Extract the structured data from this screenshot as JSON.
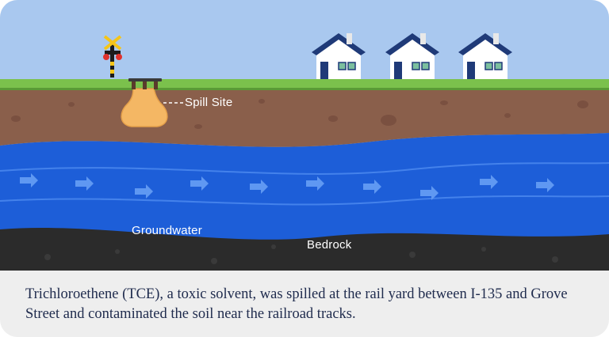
{
  "diagram": {
    "labels": {
      "spill_site": "Spill Site",
      "groundwater": "Groundwater",
      "bedrock": "Bedrock"
    },
    "caption": "Trichloroethene (TCE), a toxic solvent, was spilled at the rail yard between I-135 and Grove Street and contaminated the soil near the railroad tracks.",
    "colors": {
      "sky": "#a9c8ef",
      "grass": "#7bc14c",
      "soil": "#8a5f4b",
      "groundwater": "#1d5ed8",
      "bedrock": "#2b2b2b",
      "spill": "#f4b764",
      "house_roof": "#1f3a78"
    }
  }
}
